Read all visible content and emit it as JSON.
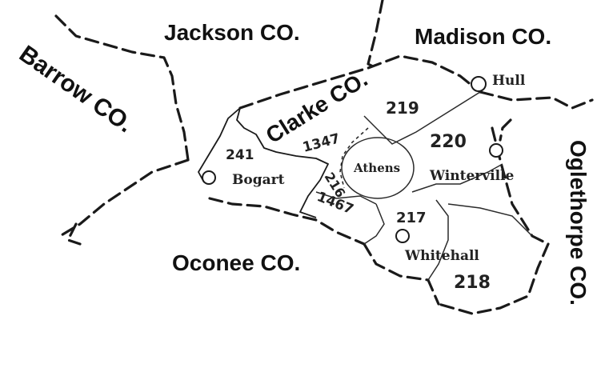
{
  "counties": {
    "jackson": "Jackson CO.",
    "madison": "Madison CO.",
    "barrow": "Barrow CO.",
    "clarke": "Clarke CO.",
    "oglethorpe": "Oglethorpe CO.",
    "oconee": "Oconee CO."
  },
  "districts": {
    "d219": "219",
    "d220": "220",
    "d1347": "1347",
    "d241": "241",
    "d216": "216",
    "d1467": "1467",
    "d217": "217",
    "d218": "218"
  },
  "places": {
    "athens": "Athens",
    "hull": "Hull",
    "winterville": "Winterville",
    "bogart": "Bogart",
    "whitehall": "Whitehall"
  },
  "colors": {
    "ink": "#1a1a1a",
    "paper": "#ffffff"
  }
}
